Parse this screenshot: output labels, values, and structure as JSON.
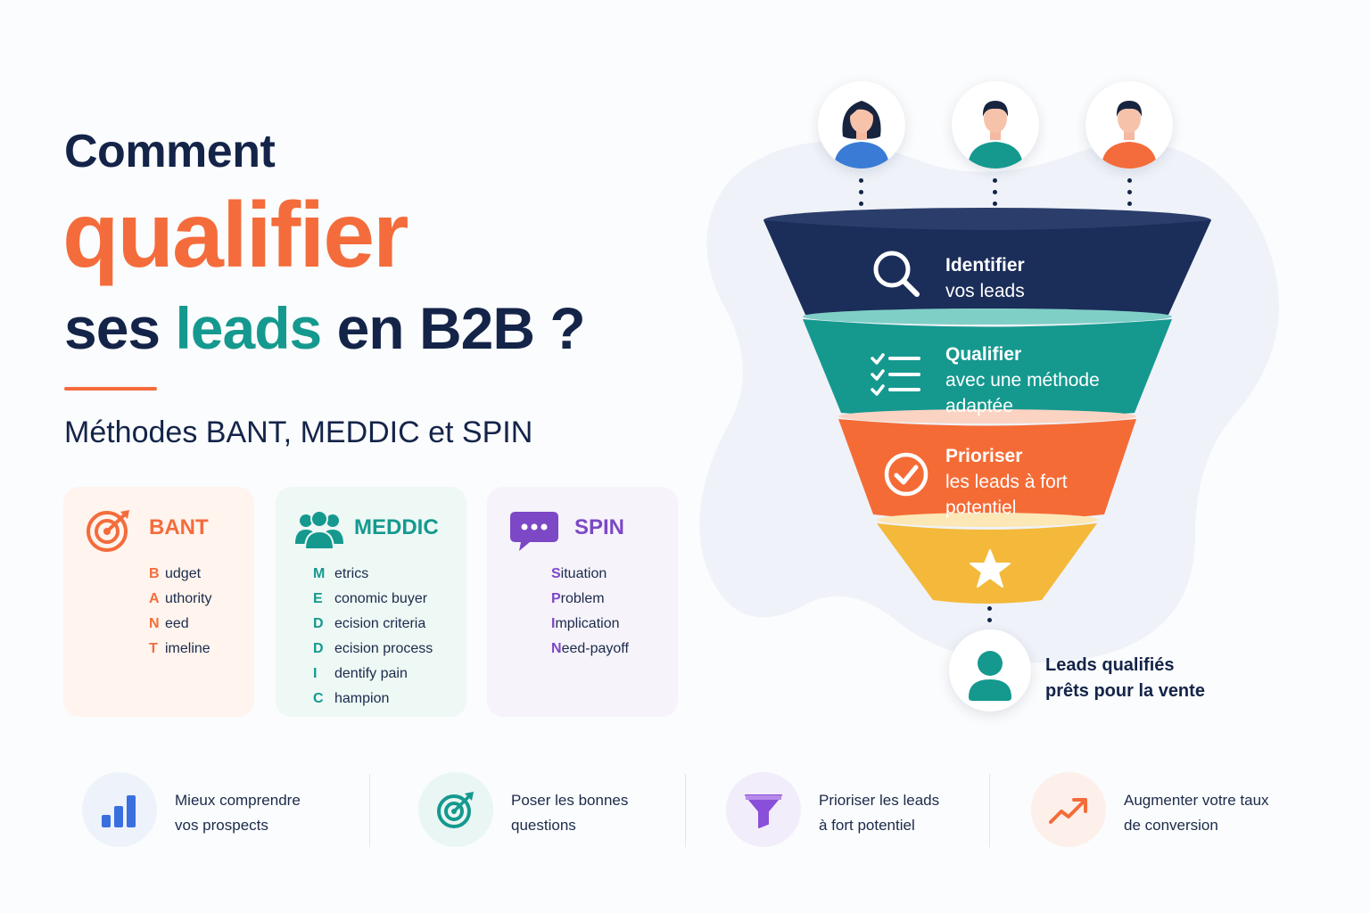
{
  "title": {
    "line1": "Comment",
    "line2": "qualifier",
    "line3_pre": "ses ",
    "line3_accent": "leads",
    "line3_post": " en B2B ?"
  },
  "subtitle": "Méthodes BANT, MEDDIC et SPIN",
  "methods": [
    {
      "name": "BANT",
      "color": "#f46c3b",
      "icon": "target-icon",
      "items": [
        {
          "letter": "B",
          "rest": "udget"
        },
        {
          "letter": "A",
          "rest": "uthority"
        },
        {
          "letter": "N",
          "rest": "eed"
        },
        {
          "letter": "T",
          "rest": "imeline"
        }
      ]
    },
    {
      "name": "MEDDIC",
      "color": "#15998f",
      "icon": "team-icon",
      "items": [
        {
          "letter": "M",
          "rest": "etrics"
        },
        {
          "letter": "E",
          "rest": "conomic buyer"
        },
        {
          "letter": "D",
          "rest": "ecision criteria"
        },
        {
          "letter": "D",
          "rest": "ecision process"
        },
        {
          "letter": "I",
          "rest": "dentify pain"
        },
        {
          "letter": "C",
          "rest": "hampion"
        }
      ]
    },
    {
      "name": "SPIN",
      "color": "#7c48c5",
      "icon": "chat-bubble-icon",
      "items": [
        {
          "letter": "S",
          "rest": "ituation"
        },
        {
          "letter": "P",
          "rest": "roblem"
        },
        {
          "letter": "I",
          "rest": "mplication"
        },
        {
          "letter": "N",
          "rest": "eed-payoff"
        }
      ]
    }
  ],
  "funnel": {
    "stages": [
      {
        "title": "Identifier",
        "lines": [
          "vos leads"
        ],
        "color": "#1b2d59",
        "icon": "search-icon"
      },
      {
        "title": "Qualifier",
        "lines": [
          "avec une méthode",
          "adaptée"
        ],
        "color": "#15998f",
        "icon": "checklist-icon"
      },
      {
        "title": "Prioriser",
        "lines": [
          "les leads à fort",
          "potentiel"
        ],
        "color": "#f56b36",
        "icon": "check-circle-icon"
      },
      {
        "title": "",
        "lines": [],
        "color": "#f4b93a",
        "icon": "star-icon"
      }
    ],
    "input_avatars": [
      {
        "icon": "woman-avatar-icon",
        "color": "#3a7bd5"
      },
      {
        "icon": "man-avatar-icon",
        "color": "#15998f"
      },
      {
        "icon": "man-avatar-icon",
        "color": "#f46c3b"
      }
    ],
    "output": {
      "line1": "Leads qualifiés",
      "line2": "prêts pour la vente",
      "icon": "user-icon"
    }
  },
  "benefits": [
    {
      "line1": "Mieux comprendre",
      "line2": "vos prospects",
      "icon": "bar-chart-icon",
      "color": "#3a6fe0",
      "bg": "#eef2fb"
    },
    {
      "line1": "Poser les bonnes",
      "line2": "questions",
      "icon": "target-icon",
      "color": "#15998f",
      "bg": "#e9f6f3"
    },
    {
      "line1": "Prioriser les leads",
      "line2": "à fort potentiel",
      "icon": "funnel-icon",
      "color": "#8a4fd8",
      "bg": "#f2edfa"
    },
    {
      "line1": "Augmenter votre taux",
      "line2": "de conversion",
      "icon": "trend-up-icon",
      "color": "#f46c3b",
      "bg": "#fdf0ea"
    }
  ]
}
